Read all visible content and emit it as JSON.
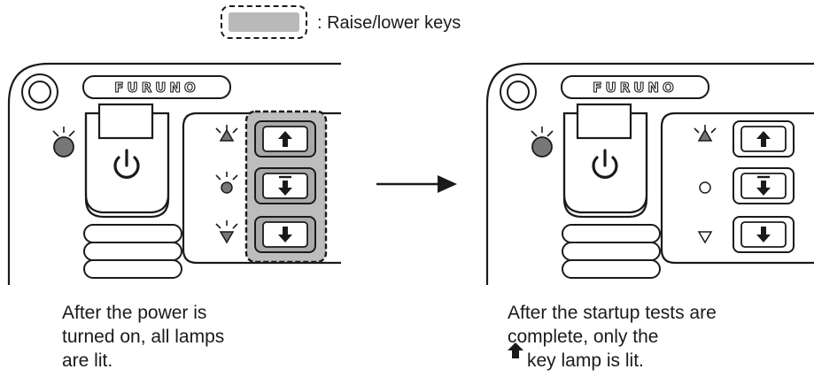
{
  "legend": {
    "label": ": Raise/lower keys"
  },
  "brand": {
    "logo_text": "FURUNO"
  },
  "panels": [
    {
      "id": "before",
      "caption_lines": [
        "After the power is",
        "turned on, all lamps",
        "are lit."
      ],
      "lamps": {
        "power": "lit",
        "raise": "lit",
        "middle": "lit",
        "lower": "lit"
      },
      "keys_highlighted": true
    },
    {
      "id": "after",
      "caption_lines": [
        "After the startup tests are",
        "complete, only the",
        "key lamp is lit."
      ],
      "lamps": {
        "power": "lit",
        "raise": "lit",
        "middle": "off",
        "lower": "off"
      },
      "keys_highlighted": false
    }
  ],
  "colors": {
    "line": "#1a1a1a",
    "highlight": "#b9b9b9",
    "lamp_lit": "#777777"
  }
}
